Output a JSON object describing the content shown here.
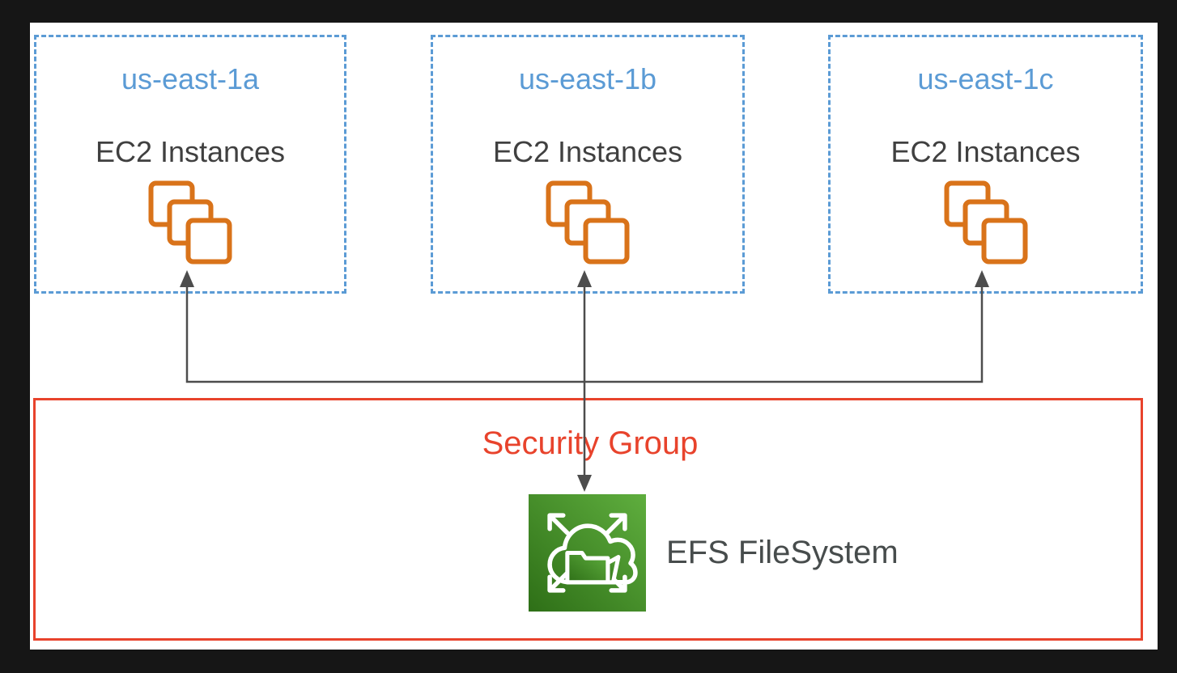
{
  "diagram": {
    "availability_zones": [
      {
        "label": "us-east-1a",
        "service_label": "EC2 Instances",
        "icon": "ec2-instances-icon"
      },
      {
        "label": "us-east-1b",
        "service_label": "EC2 Instances",
        "icon": "ec2-instances-icon"
      },
      {
        "label": "us-east-1c",
        "service_label": "EC2 Instances",
        "icon": "ec2-instances-icon"
      }
    ],
    "security_group": {
      "label": "Security Group"
    },
    "efs": {
      "label": "EFS FileSystem",
      "icon": "efs-filesystem-icon"
    },
    "connections": [
      {
        "from": "us-east-1a EC2 Instances",
        "to": "EFS FileSystem",
        "style": "arrow-into-zone"
      },
      {
        "from": "us-east-1b EC2 Instances",
        "to": "EFS FileSystem",
        "style": "double-headed-arrow"
      },
      {
        "from": "us-east-1c EC2 Instances",
        "to": "EFS FileSystem",
        "style": "arrow-into-zone"
      }
    ],
    "colors": {
      "page_background": "#161616",
      "canvas_background": "#ffffff",
      "zone_border": "#5b9bd5",
      "zone_label": "#5b9bd5",
      "ec2_label": "#404040",
      "ec2_icon": "#d9731a",
      "security_group_border": "#e8432c",
      "security_group_label": "#e8432c",
      "efs_label": "#474c4c",
      "efs_icon_green_dark": "#2e6f17",
      "efs_icon_green_light": "#5fae3e",
      "arrow": "#4d4d4d"
    }
  }
}
